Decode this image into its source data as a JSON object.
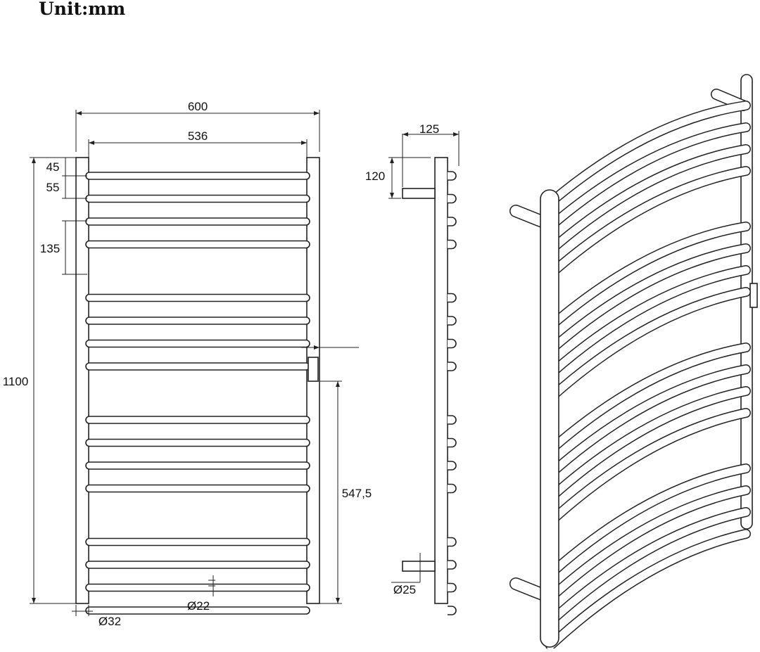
{
  "header": {
    "unit_label": "Unit:mm"
  },
  "dimensions": {
    "overall_width": "600",
    "bar_width": "536",
    "top_gap": "45",
    "bar_pitch": "55",
    "group_gap": "135",
    "overall_height": "1100",
    "heater_height": "547,5",
    "bar_diameter": "Ø22",
    "post_diameter": "Ø32",
    "wall_offset": "125",
    "bracket_height": "120",
    "bracket_diameter": "Ø25"
  },
  "product": {
    "bar_groups": 4,
    "bars_per_group": 4
  }
}
